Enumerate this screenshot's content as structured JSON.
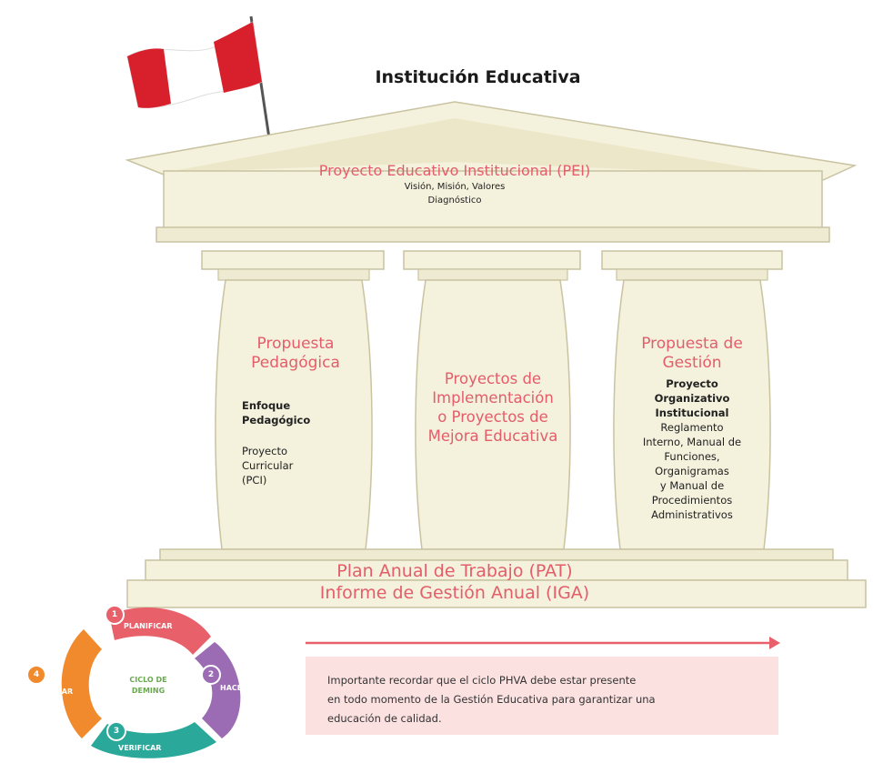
{
  "title": "Institución Educativa",
  "pei": {
    "title": "Proyecto Educativo Institucional (PEI)",
    "line1": "Visión, Misión, Valores",
    "line2": "Diagnóstico"
  },
  "pillar_left": {
    "head1": "Propuesta",
    "head2": "Pedagógica",
    "item1_a": "Enfoque",
    "item1_b": "Pedagógico",
    "item2_a": "Proyecto",
    "item2_b": "Curricular",
    "item2_c": "(PCI)"
  },
  "pillar_center": {
    "line1": "Proyectos de",
    "line2": "Implementación",
    "line3": "o Proyectos de",
    "line4": "Mejora Educativa"
  },
  "pillar_right": {
    "head1": "Propuesta de",
    "head2": "Gestión",
    "bold1": "Proyecto",
    "bold2": "Organizativo",
    "bold3": "Institucional",
    "l1": "Reglamento",
    "l2": "Interno, Manual de",
    "l3": "Funciones,",
    "l4": "Organigramas",
    "l5": "y Manual de",
    "l6": "Procedimientos",
    "l7": "Administrativos"
  },
  "base": {
    "line1": "Plan Anual de Trabajo (PAT)",
    "line2": "Informe de Gestión Anual (IGA)"
  },
  "cycle": {
    "center1": "CICLO DE",
    "center2": "DEMING",
    "steps": [
      {
        "num": "1",
        "label": "PLANIFICAR",
        "color": "#e8606a"
      },
      {
        "num": "2",
        "label": "HACER",
        "color": "#9b6bb3"
      },
      {
        "num": "3",
        "label": "VERIFICAR",
        "color": "#2aa89a"
      },
      {
        "num": "4",
        "label": "ACTUAR",
        "color": "#f08a2c"
      }
    ]
  },
  "note": {
    "line1": "Importante recordar que el ciclo PHVA debe estar presente",
    "line2": "en todo momento de la Gestión Educativa para garantizar una",
    "line3": "educación de calidad."
  },
  "colors": {
    "stone": "#f4f1dc",
    "stone_edge": "#c9c3a2",
    "accent_pink": "#e35d6a",
    "note_bg": "#fce1e1",
    "flag_red": "#d7202b"
  },
  "icons": [
    "peru-flag-icon",
    "arrow-right-icon"
  ]
}
